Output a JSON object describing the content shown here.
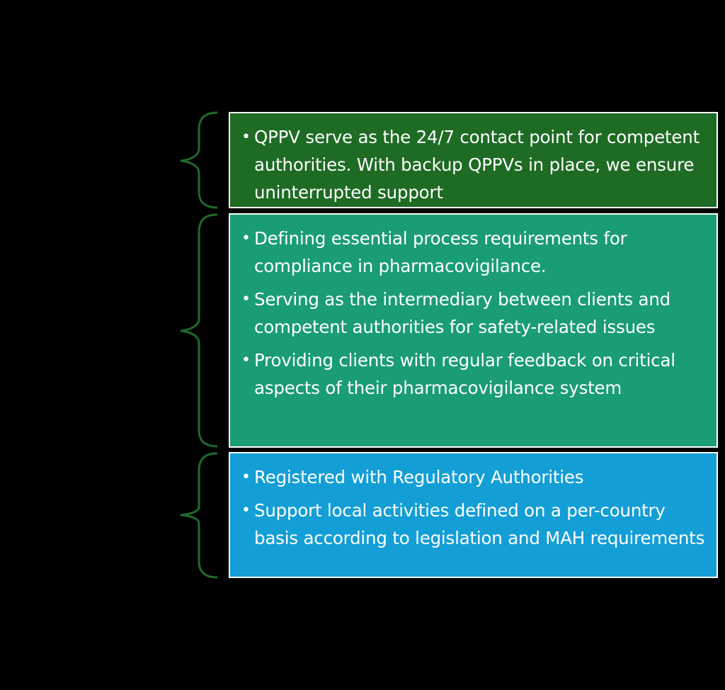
{
  "colors": {
    "background": "#000000",
    "brace": "#1e6b2a",
    "box_border": "#ffffff",
    "text": "#ffffff"
  },
  "bullet_glyph": "•",
  "sections": [
    {
      "id": "qppv",
      "color": "#1e6b24",
      "items": [
        "QPPV serve as the 24/7 contact point for competent authorities. With backup QPPVs in place, we ensure uninterrupted support"
      ]
    },
    {
      "id": "pv-process",
      "color": "#1a9c74",
      "items": [
        "Defining essential process requirements for compliance in pharmacovigilance.",
        "Serving as the intermediary between clients and competent authorities for safety-related issues",
        "Providing clients with regular feedback on critical aspects of their pharmacovigilance system"
      ]
    },
    {
      "id": "local",
      "color": "#139ed6",
      "items": [
        "Registered with Regulatory Authorities",
        "Support local activities defined on a per-country basis according to legislation and MAH requirements"
      ]
    }
  ]
}
